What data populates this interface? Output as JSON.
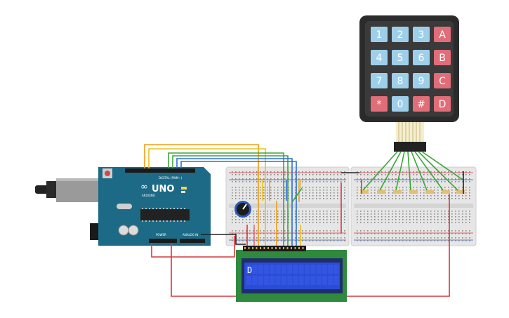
{
  "keypad": {
    "keys": [
      [
        "1",
        "2",
        "3",
        "A"
      ],
      [
        "4",
        "5",
        "6",
        "B"
      ],
      [
        "7",
        "8",
        "9",
        "C"
      ],
      [
        "*",
        "0",
        "#",
        "D"
      ]
    ]
  },
  "arduino": {
    "brand": "ARDUINO",
    "model": "UNO",
    "digital_label": "DIGITAL (PWM~)",
    "power_label": "POWER",
    "analog_label": "ANALOG IN"
  },
  "lcd": {
    "text": "D"
  },
  "colors": {
    "wire_red": "#d9363e",
    "wire_black": "#222222",
    "wire_orange": "#f39c12",
    "wire_yellow": "#e8c21a",
    "wire_green": "#3aa63a",
    "wire_blue": "#2e6fd0",
    "arduino_teal": "#1d6a86",
    "lcd_screen": "#2a4dd6",
    "lcd_board": "#2f8a3e",
    "key_blue": "#9ecfea",
    "key_red": "#e06d78"
  }
}
